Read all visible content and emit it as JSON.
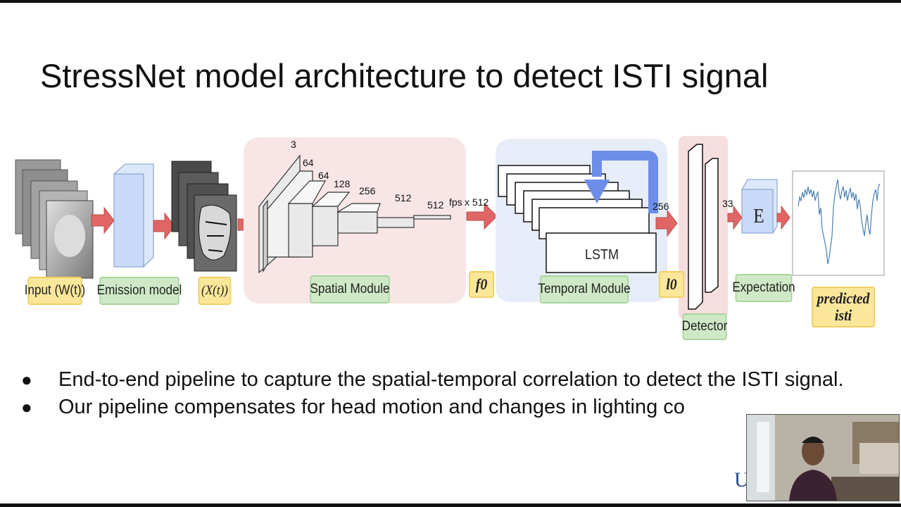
{
  "slide": {
    "title": "StressNet model architecture to detect ISTI signal",
    "bullets": [
      "End-to-end pipeline to capture the spatial-temporal correlation to detect the ISTI signal.",
      "Our pipeline compensates for head motion and changes in lighting co"
    ],
    "partial_logo_letter": "U"
  },
  "diagram": {
    "input_label": "Input (W(t))",
    "emission_label": "Emission model",
    "xt_label": "(X(t))",
    "spatial_label": "Spatial Module",
    "f0_label": "f0",
    "temporal_label": "Temporal Module",
    "l0_label": "l0",
    "lstm_label": "LSTM",
    "detector_label": "Detector",
    "expectation_label": "Expectation",
    "expectation_symbol": "E",
    "predicted_label_1": "predicted",
    "predicted_label_2": "isti",
    "spatial_dims": [
      "3",
      "64",
      "64",
      "128",
      "256",
      "512",
      "512"
    ],
    "fps_text": "fps",
    "fps_dim": "x 512",
    "temporal_out": "256",
    "detector_out": "33"
  },
  "colors": {
    "arrow": "#e06666",
    "spatial_bg": "#f8e6e6",
    "temporal_bg": "#e6edf8",
    "detector_bg": "#f6dede",
    "emission_box": "#c9daf8",
    "loop_arrow": "#6d8ee8",
    "plot_line": "#4a7fb5"
  },
  "webcam": {
    "label": "presenter-webcam"
  }
}
